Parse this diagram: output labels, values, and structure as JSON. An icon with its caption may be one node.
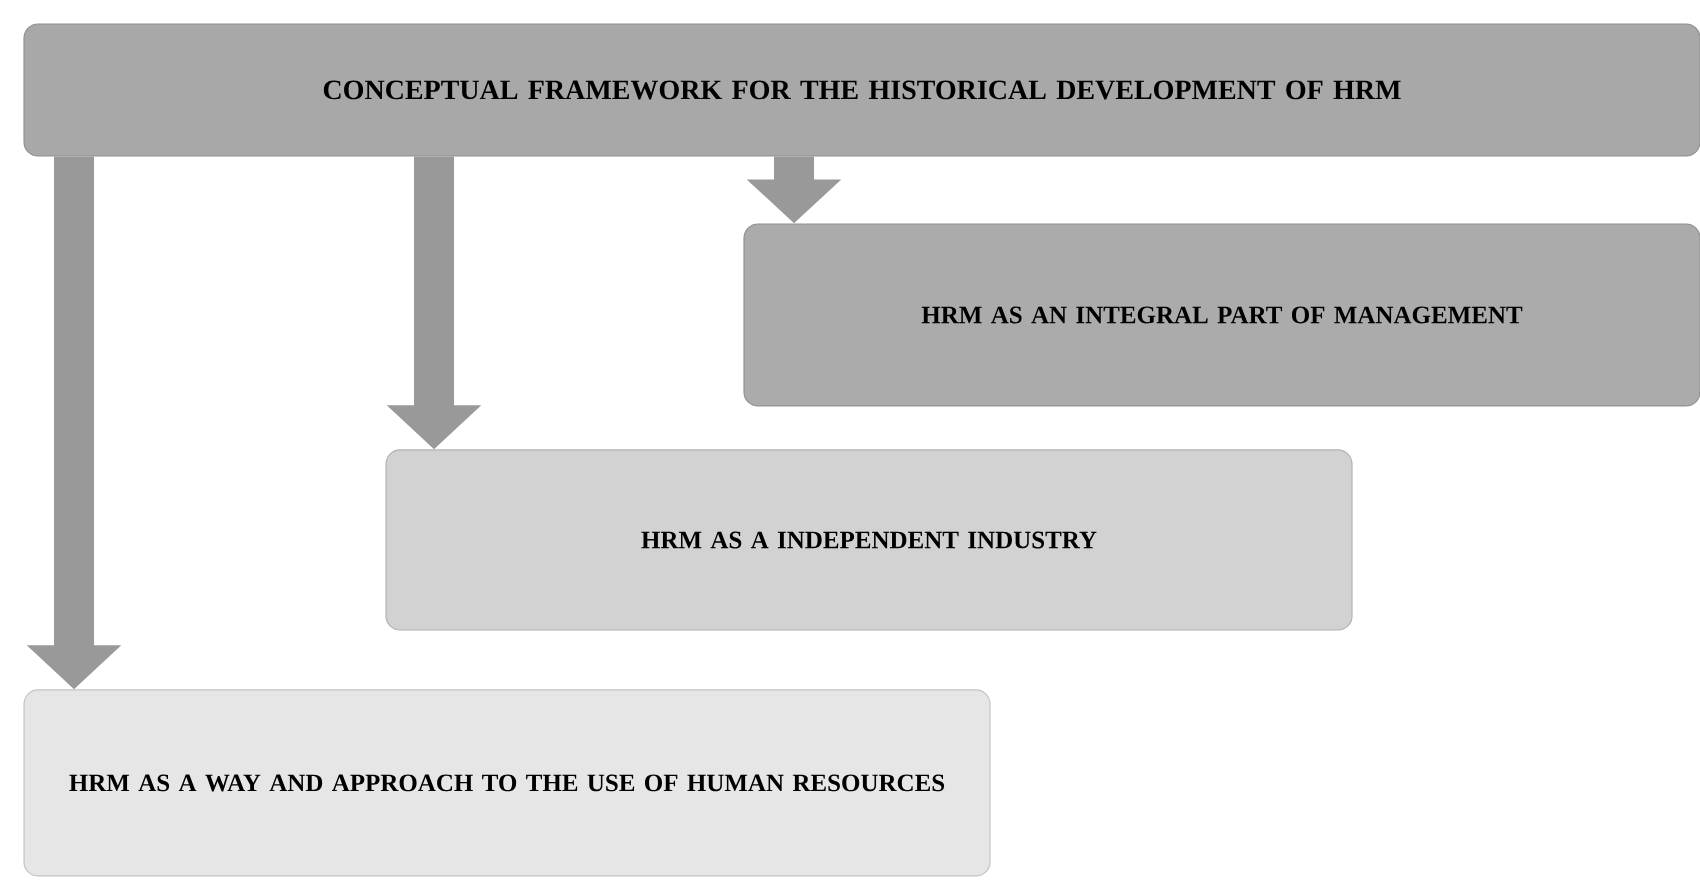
{
  "diagram": {
    "nodes": [
      {
        "text": [
          "CONCEPTUAL FRAMEWORK FOR THE HISTORICAL DEVELOPMENT OF HRM"
        ]
      },
      {
        "text": [
          "HRM AS AN INTEGRAL PART OF MANAGEMENT"
        ]
      },
      {
        "text": [
          "HRM AS A INDEPENDENT INDUSTRY"
        ]
      },
      {
        "text": [
          "HRM AS A WAY AND APPROACH TO THE USE OF HUMAN RESOURCES"
        ]
      }
    ],
    "edges": [
      {
        "from": 0,
        "to": 1,
        "arrow": "to"
      },
      {
        "from": 0,
        "to": 2,
        "arrow": "to"
      },
      {
        "from": 0,
        "to": 3,
        "arrow": "to"
      }
    ]
  }
}
